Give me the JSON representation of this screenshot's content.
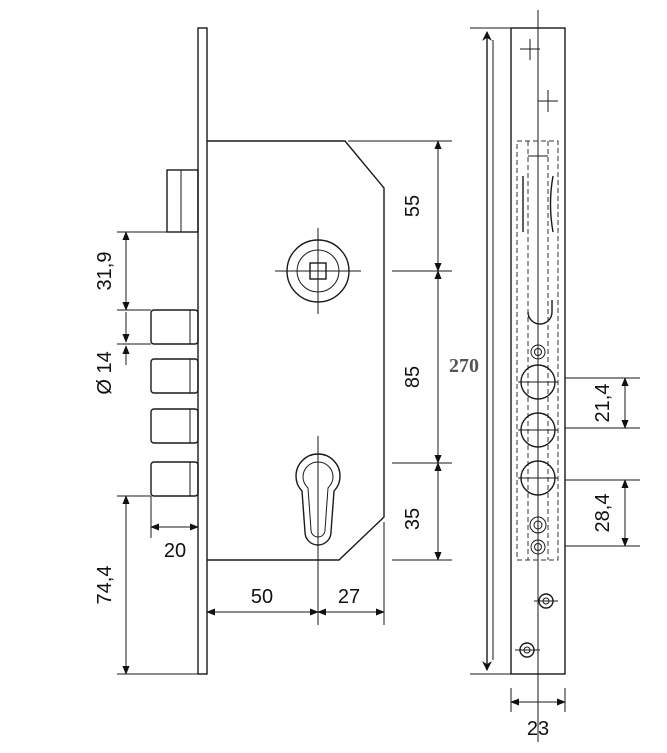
{
  "diagram": {
    "labels": {
      "d55": "55",
      "d85": "85",
      "d35": "35",
      "d31_9": "31,9",
      "d14": "Ø 14",
      "d20": "20",
      "d74_4": "74,4",
      "d50": "50",
      "d27": "27",
      "d270": "270",
      "d21_4": "21,4",
      "d28_4": "28,4",
      "d23": "23"
    },
    "colors": {
      "line": "#1a1a1a",
      "label_270": "#555555"
    }
  }
}
